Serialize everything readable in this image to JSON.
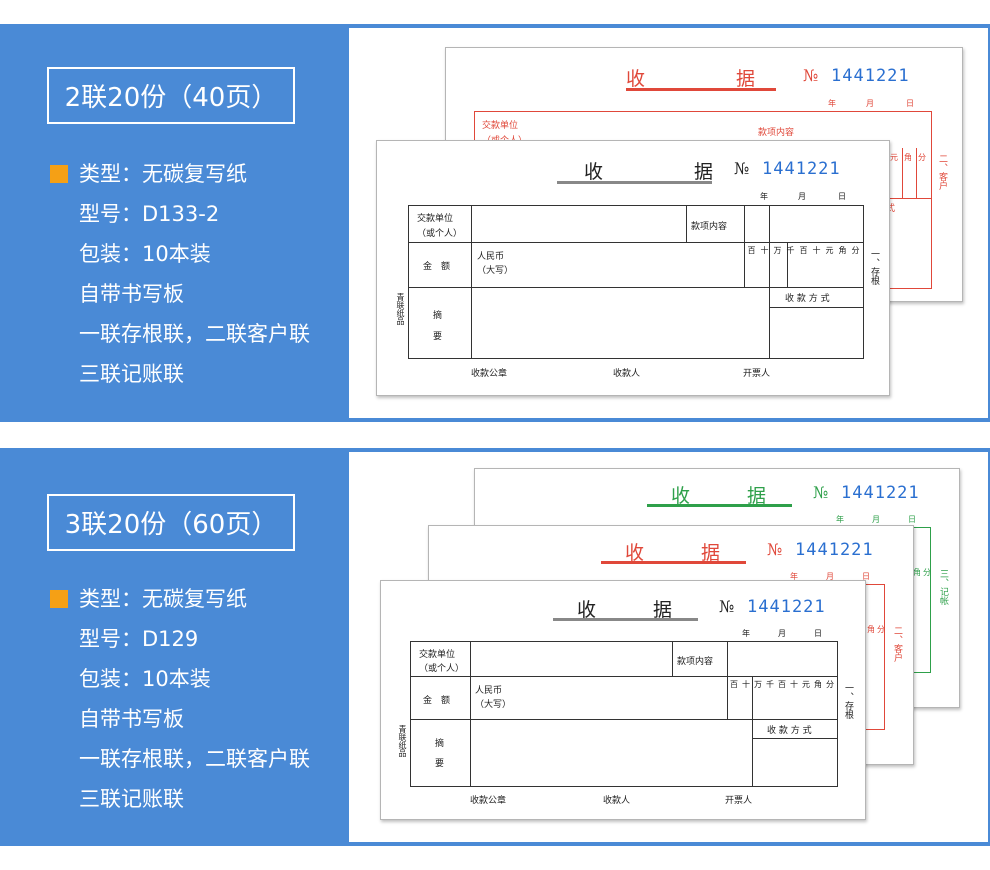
{
  "sections": [
    {
      "badge": "2联20份（40页）",
      "specs": [
        "类型：无碳复写纸",
        "型号：D133-2",
        "包装：10本装",
        "自带书写板",
        "一联存根联，二联客户联",
        "三联记账联"
      ]
    },
    {
      "badge": "3联20份（60页）",
      "specs": [
        "类型：无碳复写纸",
        "型号：D129",
        "包装：10本装",
        "自带书写板",
        "一联存根联，二联客户联",
        "三联记账联"
      ]
    }
  ],
  "receipt": {
    "title_left": "收",
    "title_right": "据",
    "no_label": "№",
    "number": "1441221",
    "year": "年",
    "month": "月",
    "day": "日",
    "payer_l1": "交款单位",
    "payer_l2": "（或个人）",
    "payer_l2_cut": "（或个人）",
    "item": "款项内容",
    "amount": "金　额",
    "rmb": "人民币",
    "daxie": "（大写）",
    "digits": [
      "百",
      "十",
      "万",
      "千",
      "百",
      "十",
      "元",
      "角",
      "分"
    ],
    "digits_tail": [
      "元",
      "角",
      "分"
    ],
    "digits_tail2": [
      "角",
      "分"
    ],
    "memo_1": "摘",
    "memo_2": "要",
    "pay_method": "收 款 方 式",
    "pay_method_cut": "款 方 式",
    "pay_method_cut2": "式",
    "seal": "收款公章",
    "receiver": "收款人",
    "issuer": "开票人",
    "printer": "青联纸品",
    "copy1": "一、存根",
    "copy2": "二、客户",
    "copy3": "三、记帐"
  },
  "colors": {
    "panel": "#4a8ad6",
    "square": "#f5a015",
    "red": "#e0483a",
    "green": "#2ea04a",
    "black": "#222222",
    "number_blue": "#2a6fd0"
  }
}
